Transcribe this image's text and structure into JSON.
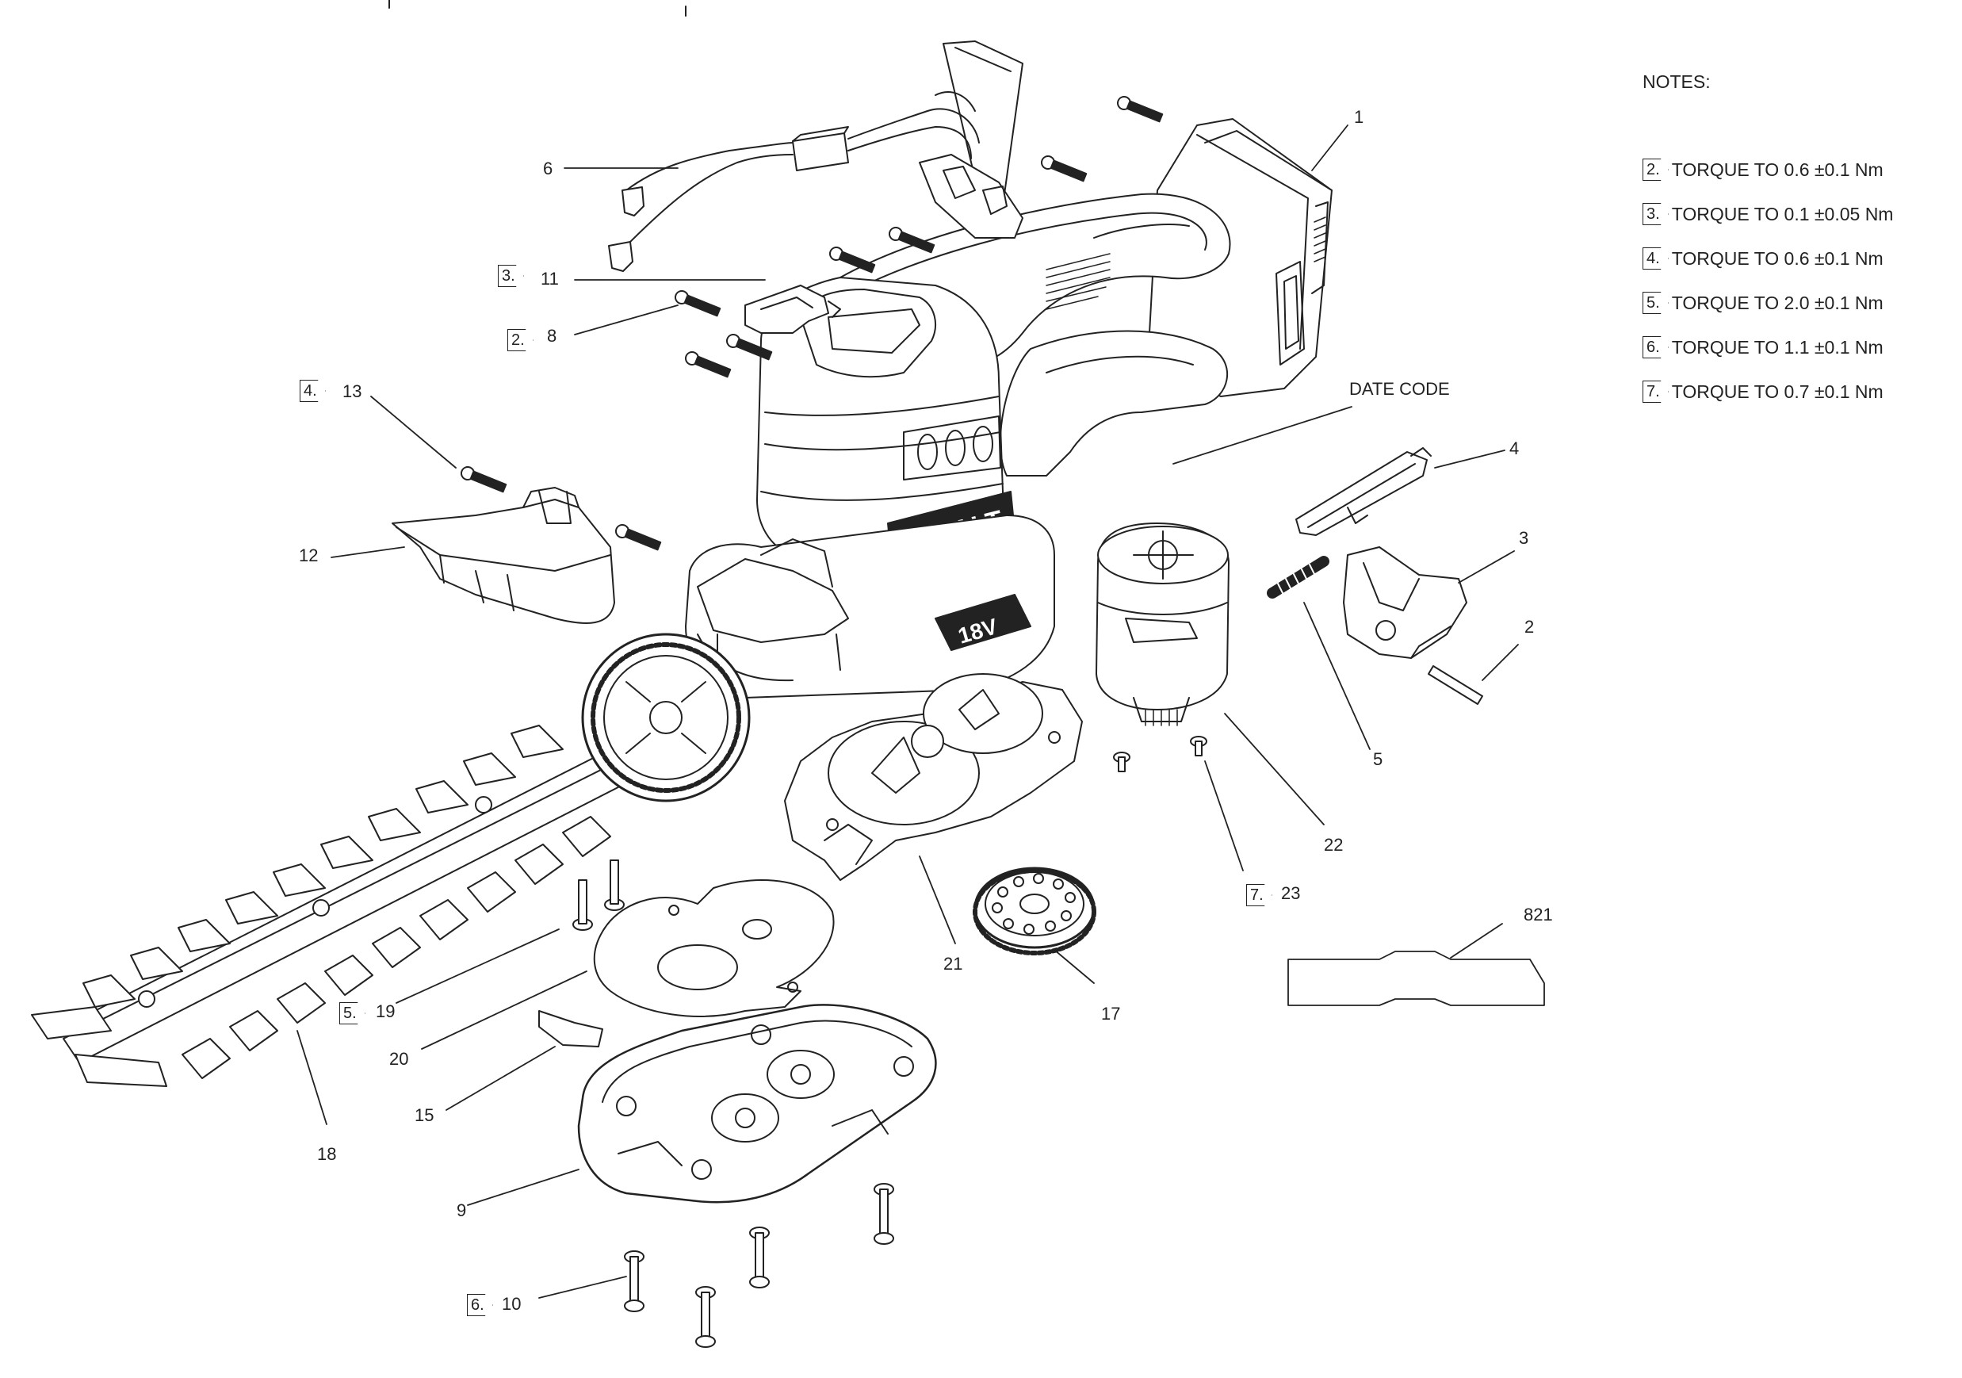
{
  "notes": {
    "title": "NOTES:",
    "items": [
      {
        "num": "2.",
        "text": "TORQUE TO 0.6 ±0.1 Nm"
      },
      {
        "num": "3.",
        "text": "TORQUE TO 0.1 ±0.05 Nm"
      },
      {
        "num": "4.",
        "text": "TORQUE TO 0.6 ±0.1 Nm"
      },
      {
        "num": "5.",
        "text": "TORQUE TO 2.0 ±0.1 Nm"
      },
      {
        "num": "6.",
        "text": "TORQUE TO 1.1 ±0.1 Nm"
      },
      {
        "num": "7.",
        "text": "TORQUE TO 0.7 ±0.1 Nm"
      }
    ]
  },
  "date_code": "DATE CODE",
  "brand": "DEWALT",
  "voltage": "18V",
  "callouts": {
    "p1": "1",
    "p2": "2",
    "p3": "3",
    "p4": "4",
    "p5": "5",
    "p6": "6",
    "p8": "8",
    "p9": "9",
    "p10": "10",
    "p11": "11",
    "p12": "12",
    "p13": "13",
    "p15": "15",
    "p17": "17",
    "p18": "18",
    "p19": "19",
    "p20": "20",
    "p21": "21",
    "p22": "22",
    "p23": "23",
    "p821": "821"
  },
  "flags": {
    "f11": "3.",
    "f8": "2.",
    "f13": "4.",
    "f19": "5.",
    "f10": "6.",
    "f23": "7."
  }
}
